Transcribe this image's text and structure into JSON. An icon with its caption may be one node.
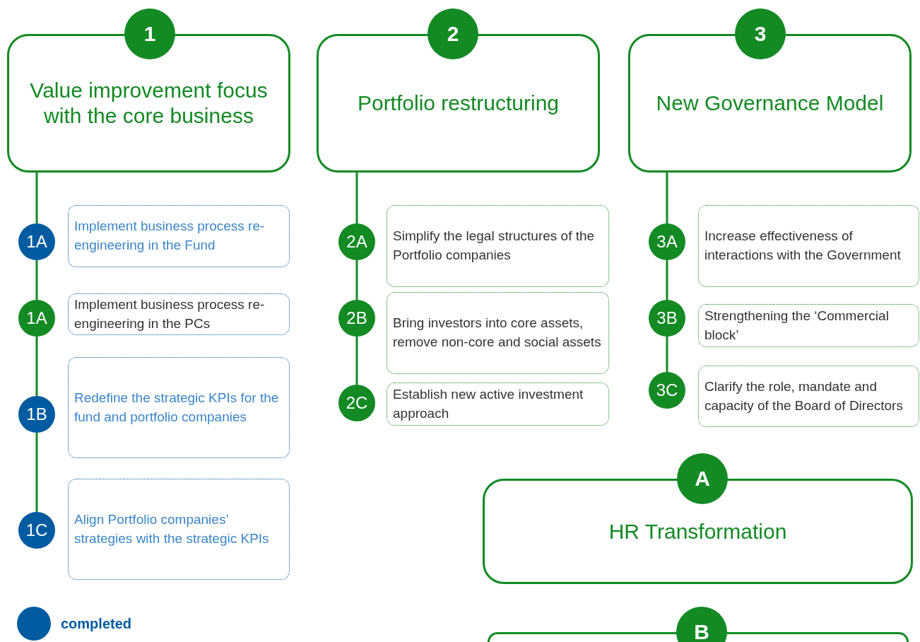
{
  "diagram": {
    "nodes": [
      {
        "text": [
          "1",
          "Value improvement focus with the core business"
        ]
      },
      {
        "text": [
          "2",
          "Portfolio restructuring"
        ]
      },
      {
        "text": [
          "3",
          "New Governance Model"
        ]
      },
      {
        "text": [
          "1A"
        ]
      },
      {
        "text": [
          "Implement business process re-engineering in the Fund"
        ]
      },
      {
        "text": [
          "1A"
        ]
      },
      {
        "text": [
          "Implement business process re-engineering in the PCs"
        ]
      },
      {
        "text": [
          "1B"
        ]
      },
      {
        "text": [
          "Redefine the strategic KPIs for the fund and portfolio companies"
        ]
      },
      {
        "text": [
          "1C"
        ]
      },
      {
        "text": [
          "Align Portfolio companies’ strategies with the strategic KPIs"
        ]
      },
      {
        "text": [
          "2A"
        ]
      },
      {
        "text": [
          "Simplify the legal structures of the Portfolio companies"
        ]
      },
      {
        "text": [
          "2B"
        ]
      },
      {
        "text": [
          "Bring investors into core assets, remove non-core and social assets"
        ]
      },
      {
        "text": [
          "2C"
        ]
      },
      {
        "text": [
          "Establish new active investment approach"
        ]
      },
      {
        "text": [
          "3A"
        ]
      },
      {
        "text": [
          "Increase effectiveness of interactions with the Government"
        ]
      },
      {
        "text": [
          "3B"
        ]
      },
      {
        "text": [
          "Strengthening the ‘Commercial block’"
        ]
      },
      {
        "text": [
          "3C"
        ]
      },
      {
        "text": [
          "Clarify the role, mandate and capacity of the Board of Directors"
        ]
      },
      {
        "text": [
          "A",
          "HR Transformation"
        ]
      },
      {
        "text": [
          "B"
        ]
      }
    ],
    "edges": [
      {
        "from": 0,
        "to": 3,
        "arrow": "none"
      },
      {
        "from": 3,
        "to": 5,
        "arrow": "none"
      },
      {
        "from": 5,
        "to": 7,
        "arrow": "none"
      },
      {
        "from": 7,
        "to": 9,
        "arrow": "none"
      },
      {
        "from": 1,
        "to": 11,
        "arrow": "none"
      },
      {
        "from": 11,
        "to": 13,
        "arrow": "none"
      },
      {
        "from": 13,
        "to": 15,
        "arrow": "none"
      },
      {
        "from": 2,
        "to": 17,
        "arrow": "none"
      },
      {
        "from": 17,
        "to": 19,
        "arrow": "none"
      },
      {
        "from": 19,
        "to": 21,
        "arrow": "none"
      }
    ],
    "legend": [
      {
        "text": "completed",
        "color": "#005ba1"
      }
    ]
  }
}
